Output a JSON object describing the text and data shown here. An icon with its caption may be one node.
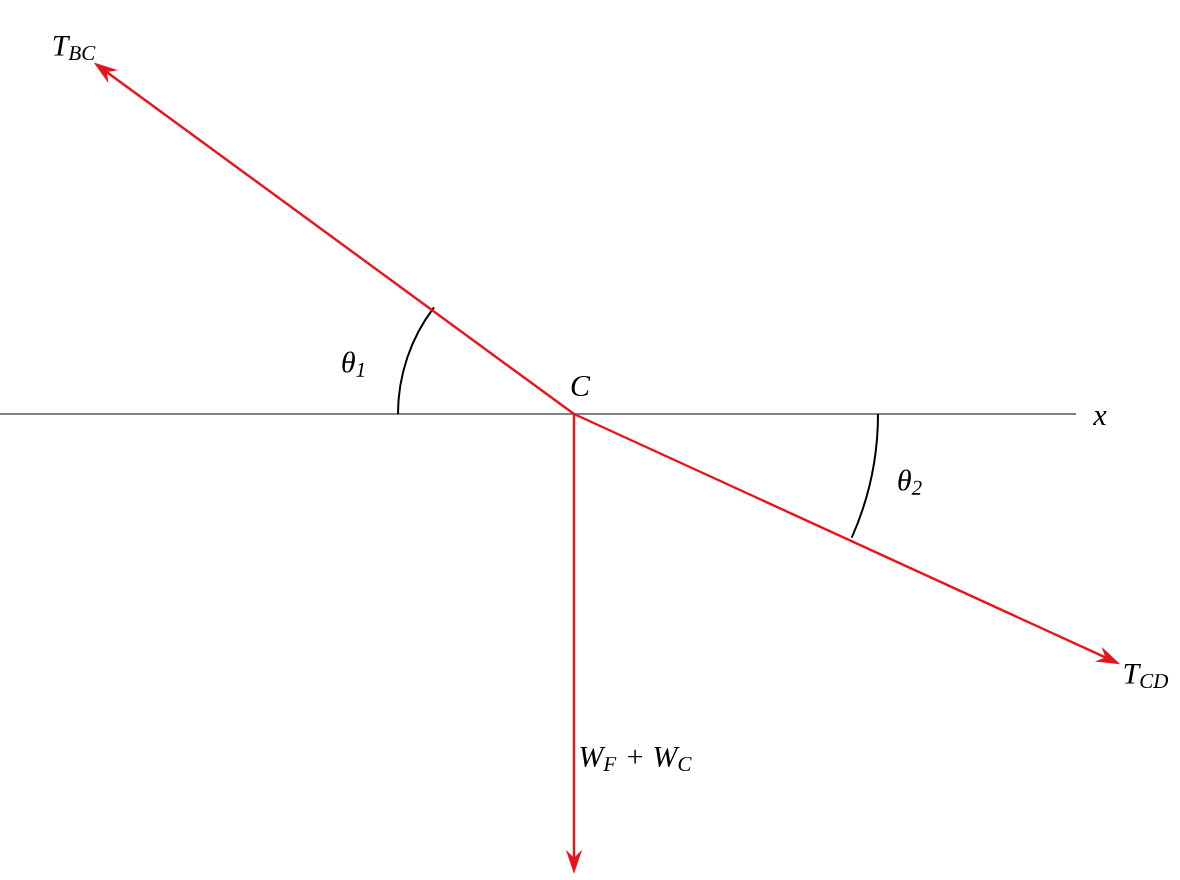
{
  "diagram": {
    "nodes": [
      {
        "text": [
          "C"
        ]
      },
      {
        "text": [
          "T$_{BC}$"
        ]
      },
      {
        "text": [
          "T$_{CD}$"
        ]
      }
    ],
    "edges": [
      {
        "from": 0,
        "to": 1,
        "arrow": "to"
      },
      {
        "from": 0,
        "to": 2,
        "arrow": "to"
      },
      {
        "from": 0,
        "to": null,
        "arrow": "to",
        "label": "W$_{F}$ + W$_{C}$"
      }
    ],
    "labels": [
      "θ$_{1}$",
      "x",
      "θ$_{2}$"
    ]
  }
}
